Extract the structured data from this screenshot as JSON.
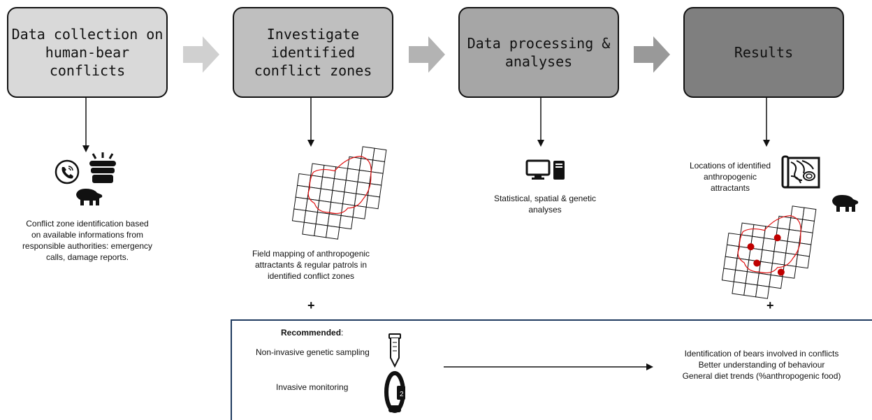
{
  "stages": [
    {
      "label": "Data collection on\nhuman-bear conflicts",
      "fill": "#d9d9d9"
    },
    {
      "label": "Investigate identified\nconflict zones",
      "fill": "#bfbfbf"
    },
    {
      "label": "Data processing &\nanalyses",
      "fill": "#a6a6a6"
    },
    {
      "label": "Results",
      "fill": "#7f7f7f"
    }
  ],
  "captions": {
    "stage1": "Conflict zone identification based\non available informations from\nresponsible authorities: emergency\ncalls, damage reports.",
    "stage2": "Field mapping of anthropogenic\nattractants & regular patrols in\nidentified conflict zones",
    "stage3": "Statistical, spatial & genetic\nanalyses",
    "stage4": "Locations of identified\nanthropogenic\nattractants"
  },
  "plus_sign": "+",
  "recommended": {
    "title": "Recommended",
    "title_suffix": ":",
    "items": [
      "Non-invasive genetic sampling",
      "Invasive monitoring"
    ],
    "outcomes": "Identification of bears involved in conflicts\nBetter understanding of behaviour\nGeneral diet trends (%anthropogenic food)"
  },
  "icons": [
    "phone-icon",
    "trash-bin-icon",
    "bear-icon",
    "grid-map-icon",
    "computer-icon",
    "map-scroll-icon",
    "sample-tube-icon",
    "gps-collar-icon"
  ],
  "colors": {
    "arrow": "#d0d0d0",
    "outline": "#1f3a5f",
    "zone": "#e01010",
    "attractant": "#c00000"
  }
}
